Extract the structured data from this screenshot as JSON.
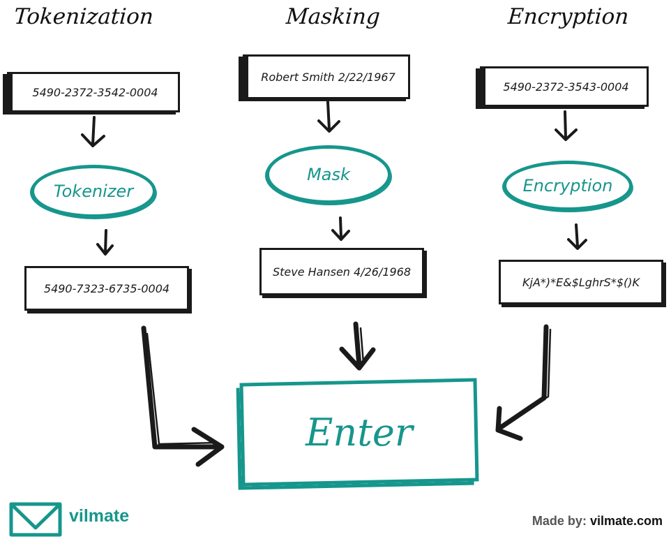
{
  "colors": {
    "accent": "#16968c",
    "ink": "#1a1a1a"
  },
  "columns": [
    {
      "title": "Tokenization",
      "input": "5490-2372-3542-0004",
      "process": "Tokenizer",
      "output": "5490-7323-6735-0004"
    },
    {
      "title": "Masking",
      "input": "Robert Smith 2/22/1967",
      "process": "Mask",
      "output": "Steve Hansen 4/26/1968"
    },
    {
      "title": "Encryption",
      "input": "5490-2372-3543-0004",
      "process": "Encryption",
      "output": "KjA*)*E&$LghrS*$()K"
    }
  ],
  "target": {
    "label": "Enter"
  },
  "branding": {
    "logo_text": "vilmate",
    "logo_icon": "envelope-logo-icon"
  },
  "footer": {
    "credit_prefix": "Made by:",
    "credit_site": "vilmate.com"
  }
}
